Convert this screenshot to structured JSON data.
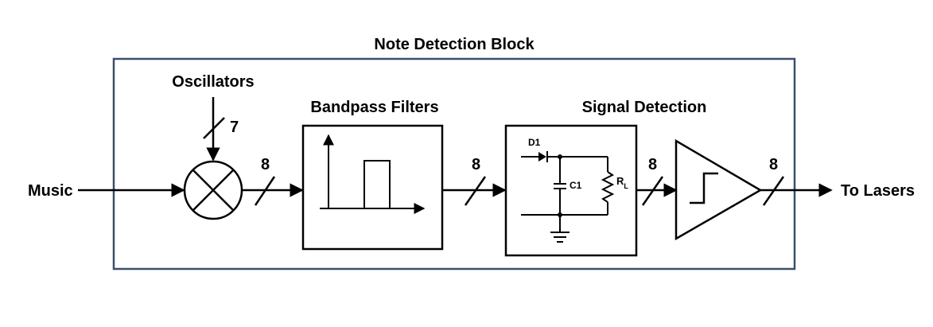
{
  "diagram": {
    "title": "Note Detection Block",
    "input_label": "Music",
    "output_label": "To Lasers",
    "oscillators_label": "Oscillators",
    "bus_widths": {
      "oscillators": "7",
      "mixer_out": "8",
      "filter_out": "8",
      "detector_out": "8",
      "comparator_out": "8"
    },
    "blocks": {
      "filters_label": "Bandpass Filters",
      "detection_label": "Signal Detection",
      "diode_label": "D1",
      "capacitor_label": "C1",
      "resistor_label": "R",
      "resistor_subscript": "L"
    },
    "colors": {
      "frame": "#3a4f6a",
      "lines": "#000000"
    }
  }
}
